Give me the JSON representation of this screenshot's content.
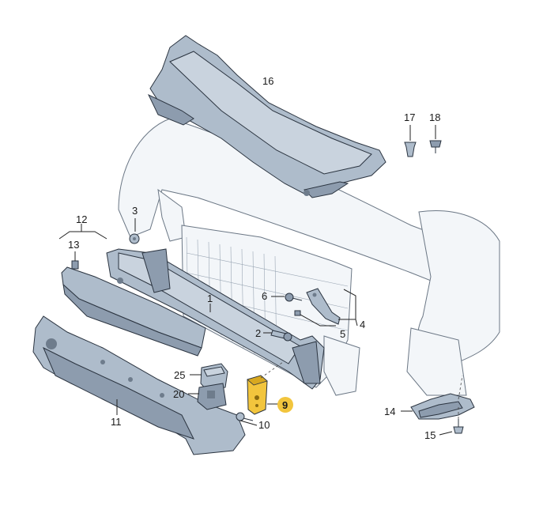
{
  "colors": {
    "part_fill": "#aebccb",
    "part_dark": "#8d9cae",
    "part_light": "#c9d3de",
    "body_fill": "#f3f6f9",
    "highlight_part": "#f2c53d",
    "highlight_badge": "#f2c53d",
    "ink": "#1a1a1a"
  },
  "callouts": [
    {
      "id": "label-16",
      "text": "16"
    },
    {
      "id": "label-17",
      "text": "17"
    },
    {
      "id": "label-18",
      "text": "18"
    },
    {
      "id": "label-3",
      "text": "3"
    },
    {
      "id": "label-12",
      "text": "12"
    },
    {
      "id": "label-13",
      "text": "13"
    },
    {
      "id": "label-1",
      "text": "1"
    },
    {
      "id": "label-6",
      "text": "6"
    },
    {
      "id": "label-2",
      "text": "2"
    },
    {
      "id": "label-4",
      "text": "4"
    },
    {
      "id": "label-5",
      "text": "5"
    },
    {
      "id": "label-25",
      "text": "25"
    },
    {
      "id": "label-20",
      "text": "20"
    },
    {
      "id": "label-9",
      "text": "9",
      "highlighted": true
    },
    {
      "id": "label-10",
      "text": "10"
    },
    {
      "id": "label-11",
      "text": "11"
    },
    {
      "id": "label-14",
      "text": "14"
    },
    {
      "id": "label-15",
      "text": "15"
    }
  ]
}
